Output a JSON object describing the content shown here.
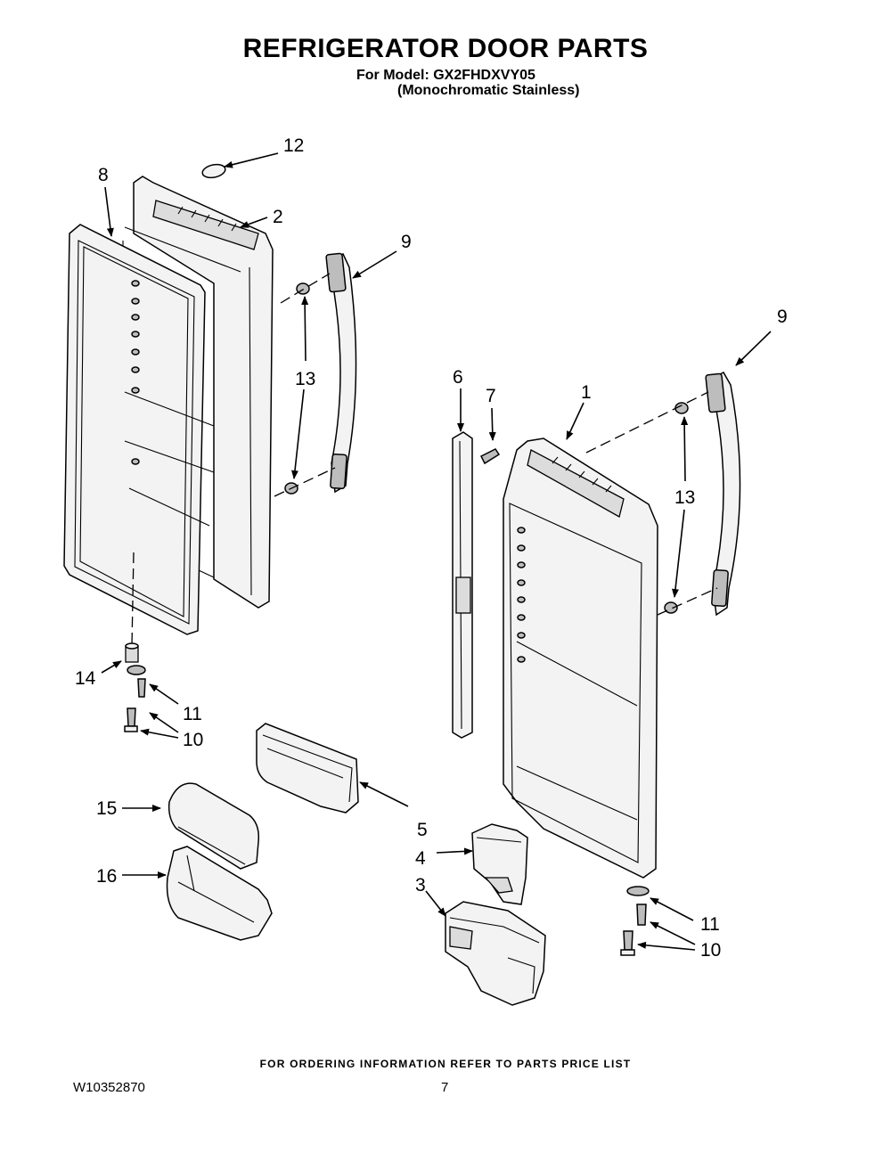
{
  "header": {
    "title": "REFRIGERATOR DOOR PARTS",
    "model_line": "For Model: GX2FHDXVY05",
    "variant_line": "(Monochromatic Stainless)"
  },
  "callouts": [
    "12",
    "8",
    "2",
    "9",
    "13",
    "9",
    "6",
    "7",
    "1",
    "13",
    "14",
    "11",
    "10",
    "15",
    "5",
    "4",
    "16",
    "3",
    "11",
    "10"
  ],
  "footer": {
    "ordering_note": "FOR ORDERING INFORMATION REFER TO PARTS PRICE LIST",
    "document_number": "W10352870",
    "page_number": "7"
  }
}
